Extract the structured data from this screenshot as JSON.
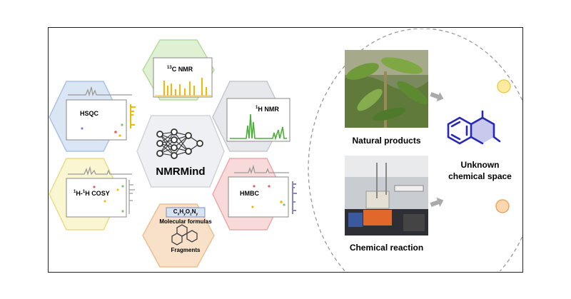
{
  "center_label": "NMRMind",
  "panels": {
    "c13_nmr": "C NMR",
    "c13_sup": "13",
    "h1_nmr": "H NMR",
    "h1_sup": "1",
    "hsqc": "HSQC",
    "cosy_pre": "H-",
    "cosy_sup1": "1",
    "cosy_sup2": "1",
    "cosy_post": "H COSY",
    "hmbc": "HMBC",
    "formula": "CxHyOzNy",
    "formula_parts": [
      "C",
      "x",
      "H",
      "y",
      "O",
      "z",
      "N",
      "y"
    ],
    "molecular_formulas": "Molecular formulas",
    "fragments": "Fragments"
  },
  "right": {
    "natural_products": "Natural products",
    "chemical_reaction": "Chemical reaction",
    "unknown_line1": "Unknown",
    "unknown_line2": "chemical space"
  },
  "colors": {
    "c13_fill": "#dff0d3",
    "h1_fill": "#e7e8ec",
    "hsqc_fill": "#dbe6f4",
    "cosy_fill": "#fbf6d2",
    "hmbc_fill": "#f8dada",
    "formula_fill": "#f8e1c8",
    "center_fill": "#eef0f3",
    "orange_peaks": "#f5b800",
    "green_peaks": "#4caf3a",
    "purple_peaks": "#8a86c9",
    "molecule_blue": "#2727b8",
    "molecule_lavender": "#c9c9ee"
  },
  "icons": [
    "neural-network-icon",
    "fragment-molecule-icon",
    "arrow-icon",
    "benzene-molecule-icon",
    "orbit-node-icon"
  ]
}
